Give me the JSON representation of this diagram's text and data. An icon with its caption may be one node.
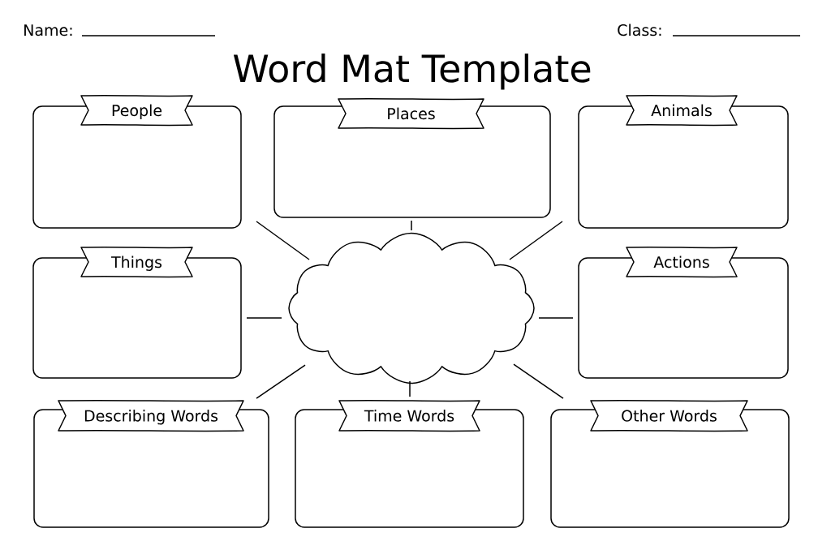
{
  "diagram": {
    "title": "Word Mat Template",
    "nodes": [
      {
        "text": [
          "People"
        ]
      },
      {
        "text": [
          "Places"
        ]
      },
      {
        "text": [
          "Animals"
        ]
      },
      {
        "text": [
          "Things"
        ]
      },
      {
        "text": [],
        "shape": "cloud"
      },
      {
        "text": [
          "Actions"
        ]
      },
      {
        "text": [
          "Describing Words"
        ]
      },
      {
        "text": [
          "Time Words"
        ]
      },
      {
        "text": [
          "Other Words"
        ]
      }
    ],
    "edges": [
      {
        "from": 4,
        "to": 0,
        "arrow": "none"
      },
      {
        "from": 4,
        "to": 1,
        "arrow": "none"
      },
      {
        "from": 4,
        "to": 2,
        "arrow": "none"
      },
      {
        "from": 4,
        "to": 3,
        "arrow": "none"
      },
      {
        "from": 4,
        "to": 5,
        "arrow": "none"
      },
      {
        "from": 4,
        "to": 6,
        "arrow": "none"
      },
      {
        "from": 4,
        "to": 7,
        "arrow": "none"
      },
      {
        "from": 4,
        "to": 8,
        "arrow": "none"
      }
    ],
    "labels": [
      "Name:",
      "Class:"
    ]
  }
}
